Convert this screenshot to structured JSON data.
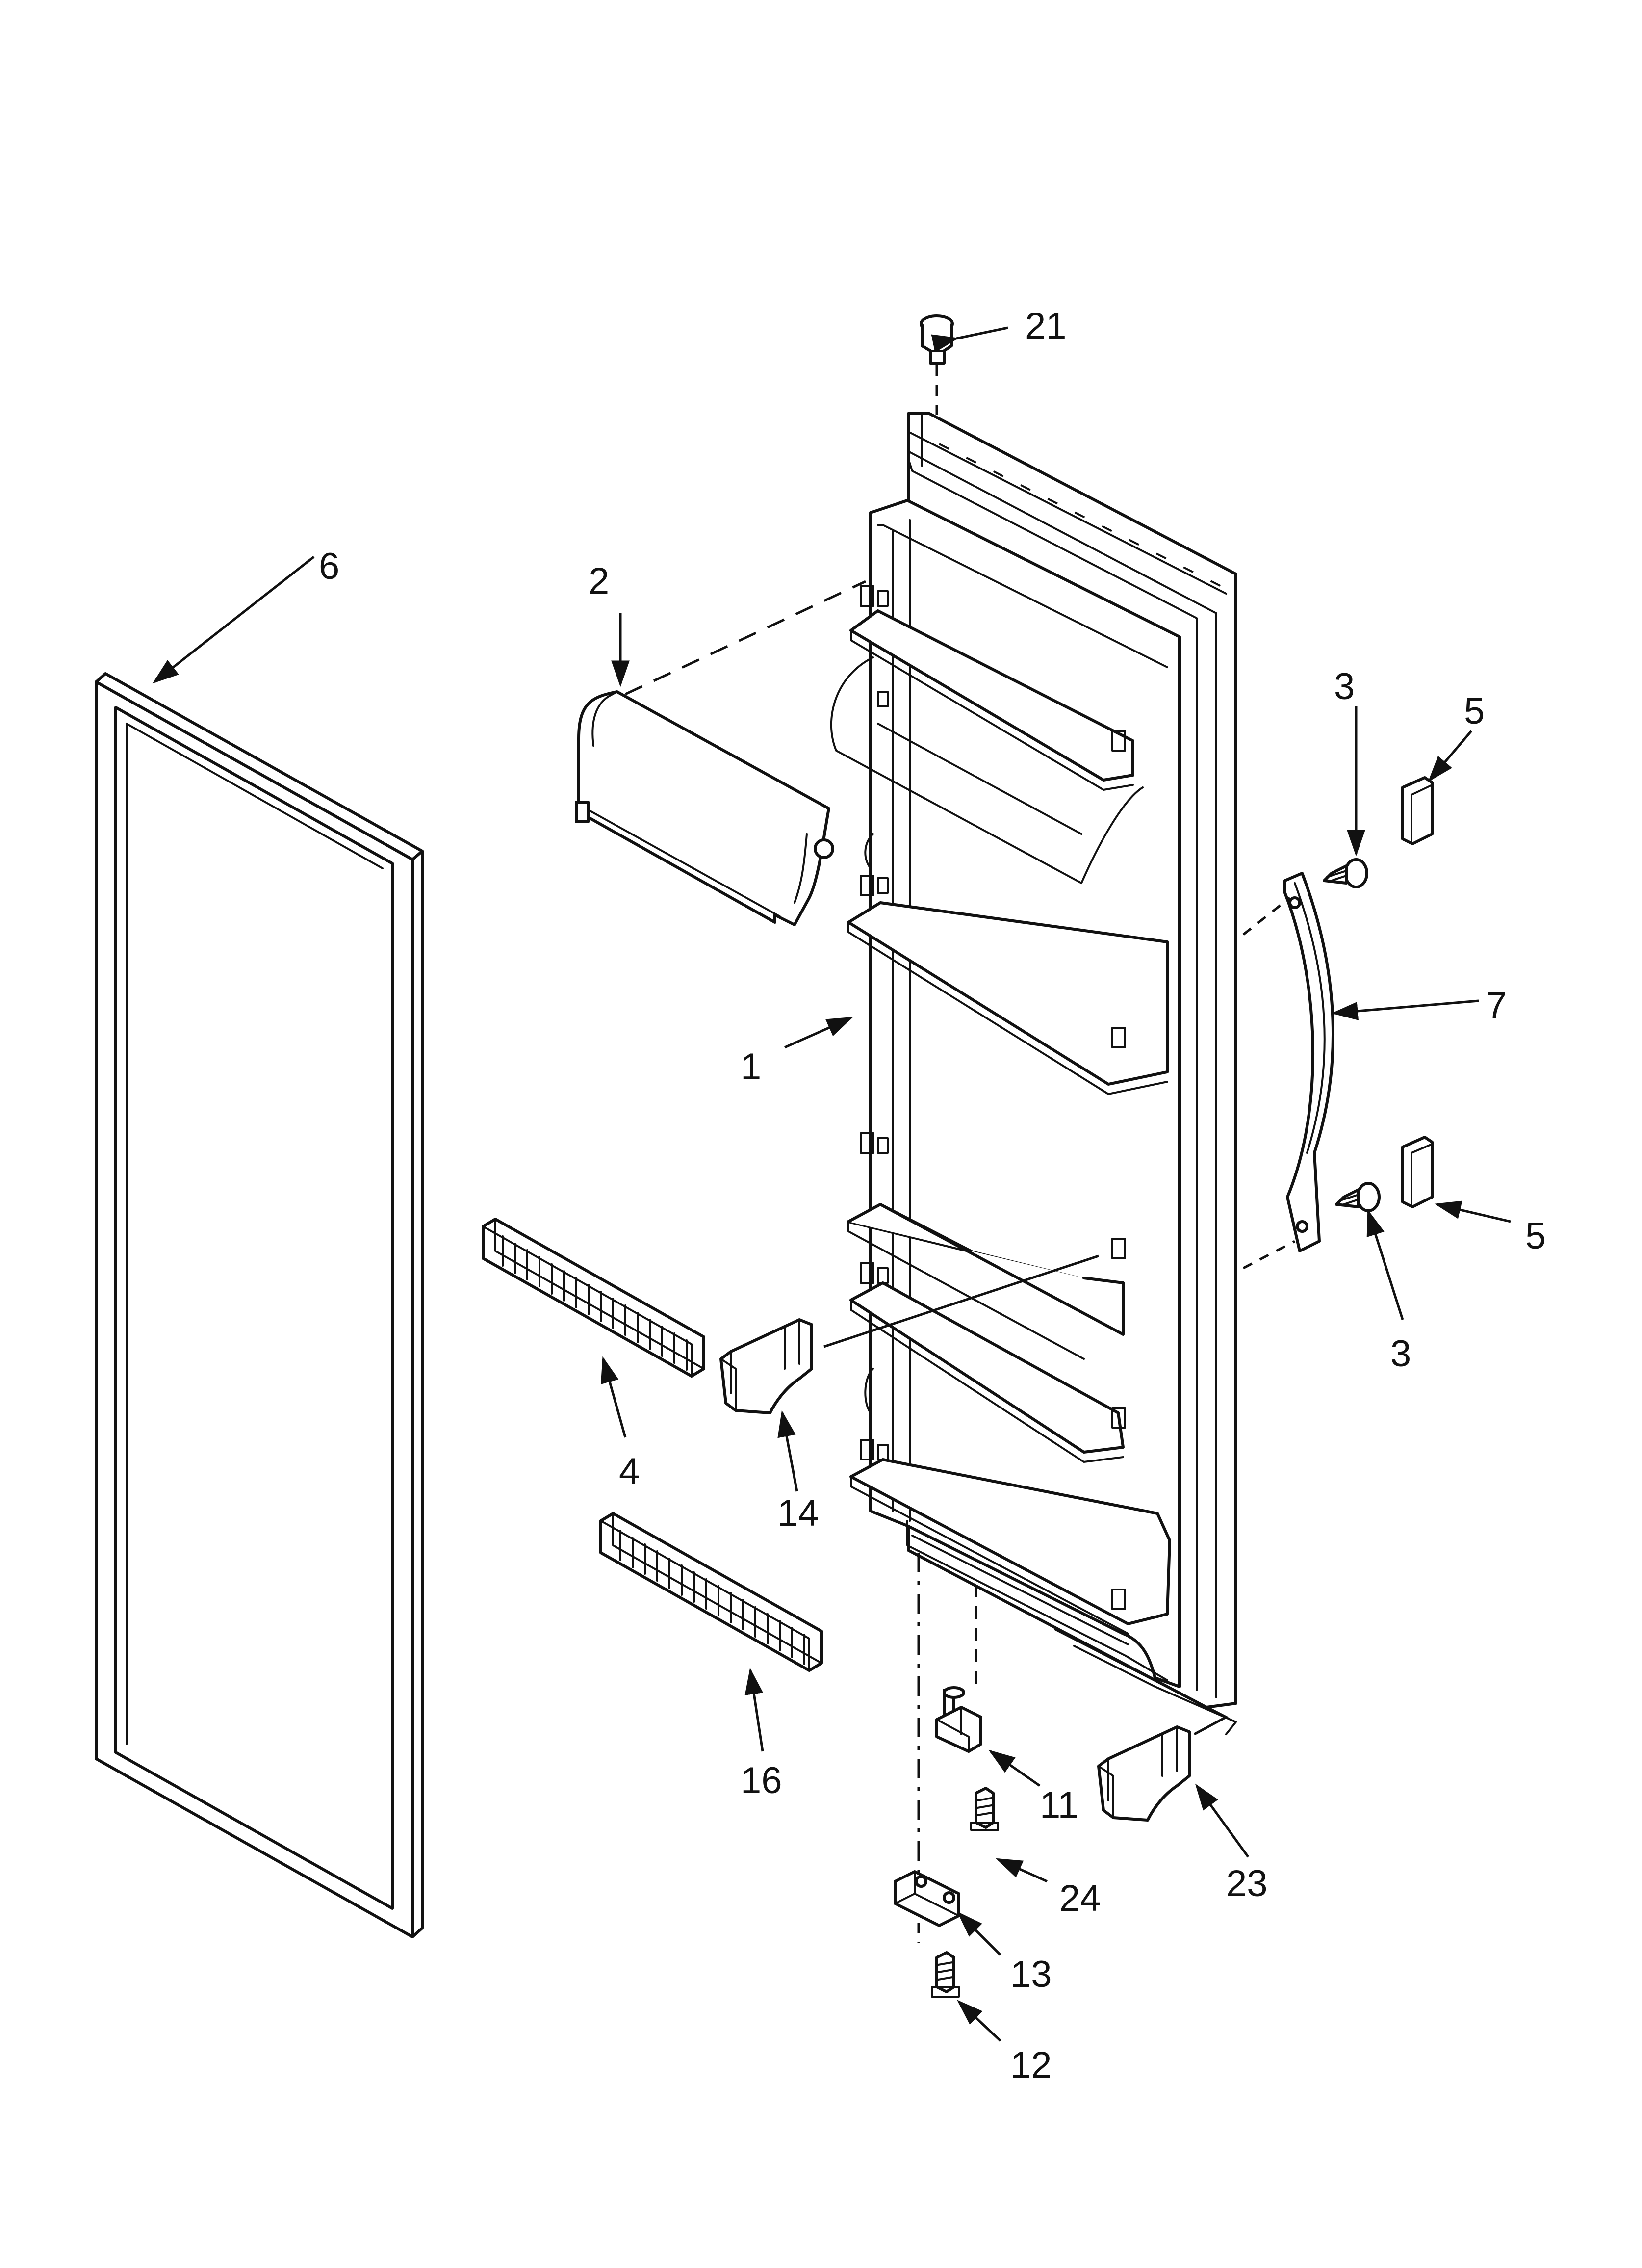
{
  "callouts": [
    {
      "id": "c1",
      "label": "1"
    },
    {
      "id": "c2",
      "label": "2"
    },
    {
      "id": "c3a",
      "label": "3"
    },
    {
      "id": "c3b",
      "label": "3"
    },
    {
      "id": "c4",
      "label": "4"
    },
    {
      "id": "c5a",
      "label": "5"
    },
    {
      "id": "c5b",
      "label": "5"
    },
    {
      "id": "c6",
      "label": "6"
    },
    {
      "id": "c7",
      "label": "7"
    },
    {
      "id": "c11",
      "label": "11"
    },
    {
      "id": "c12",
      "label": "12"
    },
    {
      "id": "c13",
      "label": "13"
    },
    {
      "id": "c14",
      "label": "14"
    },
    {
      "id": "c16",
      "label": "16"
    },
    {
      "id": "c21",
      "label": "21"
    },
    {
      "id": "c23",
      "label": "23"
    },
    {
      "id": "c24",
      "label": "24"
    }
  ]
}
